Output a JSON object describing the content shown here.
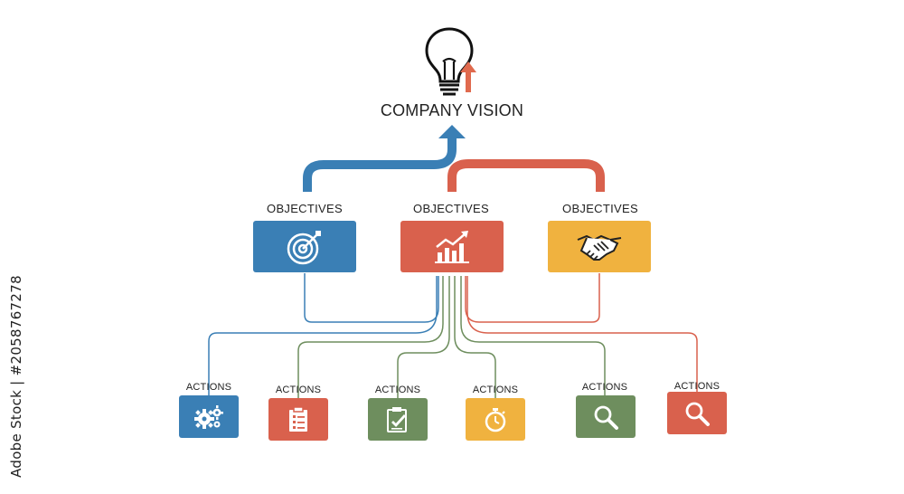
{
  "title": "COMPANY VISION",
  "objectives": [
    {
      "label": "OBJECTIVES",
      "color": "#3a7fb5",
      "icon": "target-icon"
    },
    {
      "label": "OBJECTIVES",
      "color": "#d9614d",
      "icon": "growth-chart-icon"
    },
    {
      "label": "OBJECTIVES",
      "color": "#f0b23f",
      "icon": "handshake-icon"
    }
  ],
  "actions": [
    {
      "label": "ACTIONS",
      "color": "#3a7fb5",
      "icon": "gears-icon"
    },
    {
      "label": "ACTIONS",
      "color": "#d9614d",
      "icon": "clipboard-list-icon"
    },
    {
      "label": "ACTIONS",
      "color": "#6e8e5e",
      "icon": "clipboard-check-icon"
    },
    {
      "label": "ACTIONS",
      "color": "#f0b23f",
      "icon": "stopwatch-icon"
    },
    {
      "label": "ACTIONS",
      "color": "#6e8e5e",
      "icon": "magnifier-icon"
    },
    {
      "label": "ACTIONS",
      "color": "#d9614d",
      "icon": "magnifier-icon"
    }
  ],
  "watermark": "Adobe Stock | #2058767278",
  "colors": {
    "blue": "#3a7fb5",
    "red": "#d9614d",
    "yellow": "#f0b23f",
    "green": "#6e8e5e",
    "arrow": "#e06a4e"
  }
}
